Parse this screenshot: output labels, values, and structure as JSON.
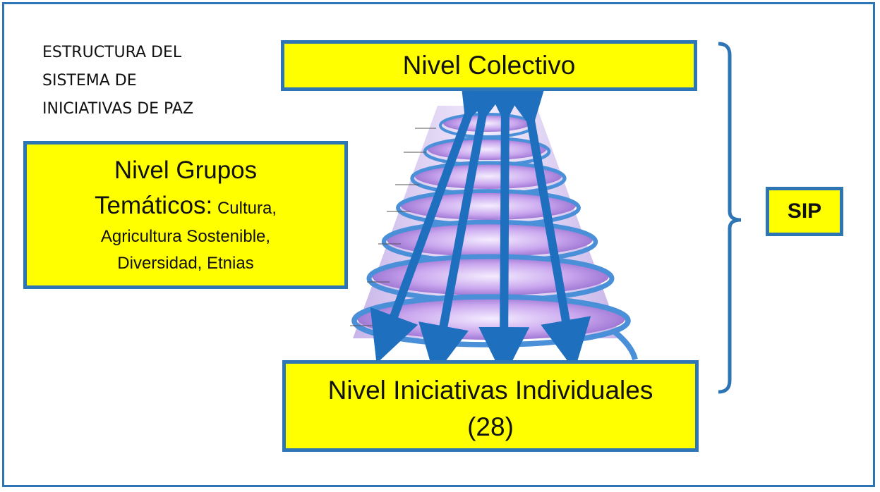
{
  "diagram": {
    "title": "ESTRUCTURA DEL\nSISTEMA DE\nINICIATIVAS DE PAZ",
    "top_box": "Nivel Colectivo",
    "left_box": {
      "heading_line1": "Nivel Grupos",
      "heading_line2": "Temáticos:",
      "detail_inline": " Cultura,",
      "detail_line2": "Agricultura Sostenible,",
      "detail_line3": "Diversidad, Etnias"
    },
    "bottom_box": {
      "line1": "Nivel Iniciativas Individuales",
      "line2": "(28)"
    },
    "bracket_label": "SIP",
    "colors": {
      "box_fill": "#ffff00",
      "box_border": "#2e75b6",
      "arrow": "#1f6fbf",
      "spiral_fill": "#b48ce0",
      "ribbon": "#4a90d9"
    }
  }
}
